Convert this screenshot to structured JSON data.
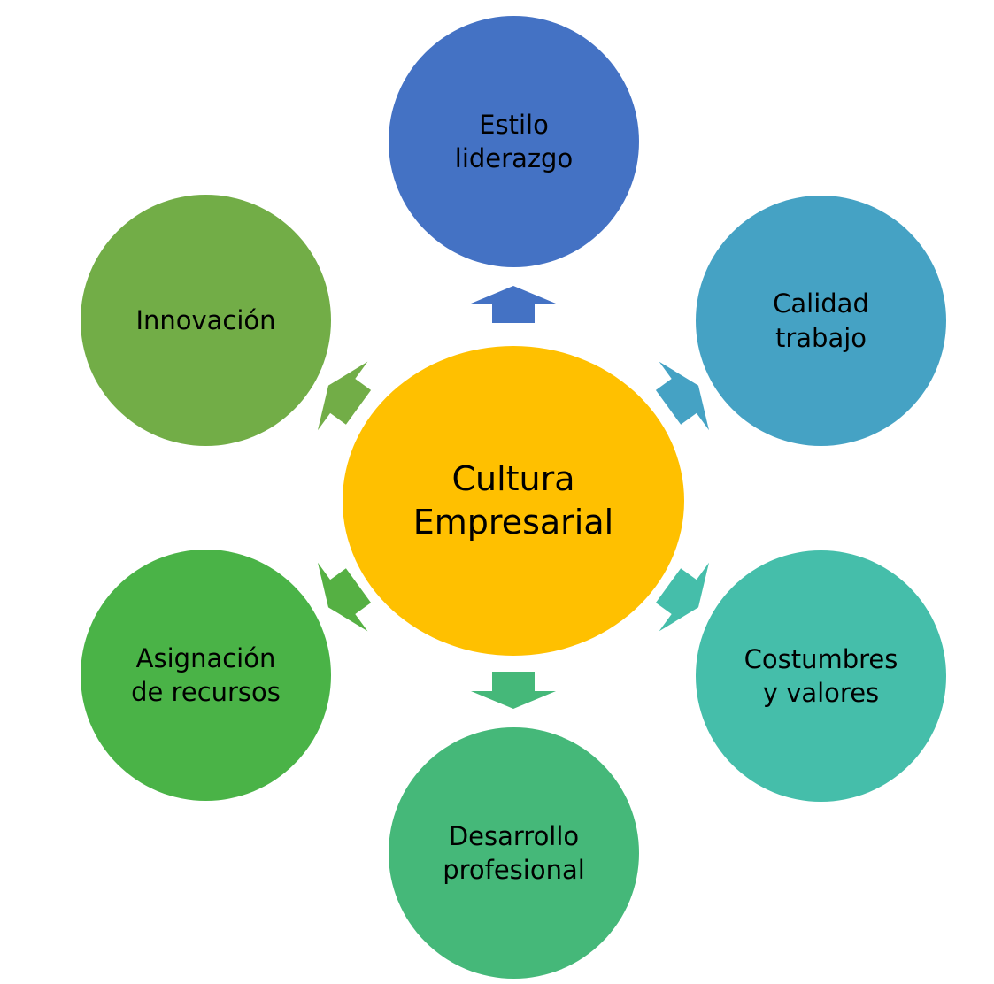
{
  "diagram": {
    "center": {
      "label": "Cultura\nEmpresarial",
      "color": "#FFC000"
    },
    "nodes": [
      {
        "id": "estilo",
        "label": "Estilo\nliderazgo",
        "color": "#4472C4",
        "arrow_color": "#4472C4"
      },
      {
        "id": "calidad",
        "label": "Calidad\ntrabajo",
        "color": "#45A2C4",
        "arrow_color": "#45A2C4"
      },
      {
        "id": "costumbres",
        "label": "Costumbres\ny valores",
        "color": "#45BEAA",
        "arrow_color": "#45BEAA"
      },
      {
        "id": "desarrollo",
        "label": "Desarrollo\nprofesional",
        "color": "#45B879",
        "arrow_color": "#45B879"
      },
      {
        "id": "asignacion",
        "label": "Asignación\nde recursos",
        "color": "#4AB347",
        "arrow_color": "#55B043"
      },
      {
        "id": "innovacion",
        "label": "Innovación",
        "color": "#72AD47",
        "arrow_color": "#72AD47"
      }
    ]
  }
}
